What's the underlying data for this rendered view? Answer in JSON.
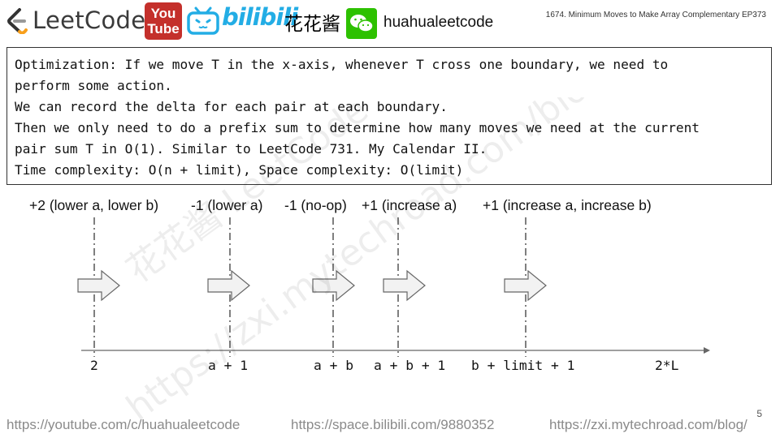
{
  "header": {
    "leetcode_logo_text": "LeetCode",
    "youtube_line1": "You",
    "youtube_line2": "Tube",
    "bilibili_logo_text": "bilibili",
    "bilibili_cn_name": "花花酱",
    "wechat_handle": "huahualeetcode",
    "slide_title": "1674. Minimum Moves to Make Array Complementary EP373"
  },
  "textbox": {
    "lines": [
      "Optimization: If we move T in the x-axis, whenever T cross one boundary, we need to",
      "perform some action.",
      "We can record the delta for each pair at each boundary.",
      "Then we only need to do a prefix sum to determine how many moves we need at the current",
      "pair sum T in O(1). Similar to LeetCode 731. My Calendar II.",
      "Time complexity: O(n + limit), Space complexity: O(limit)"
    ]
  },
  "diagram": {
    "labels": [
      "+2 (lower a, lower b)",
      "-1 (lower a)",
      "-1 (no-op)",
      "+1 (increase a)",
      "+1 (increase a, increase b)"
    ],
    "ticks": [
      "2",
      "a + 1",
      "a + b",
      "a + b + 1",
      "b + limit + 1",
      "2*L"
    ]
  },
  "watermark": {
    "cn": "花花酱 LeetCode",
    "url": "https://zxi.mytechroad.com/blog/"
  },
  "footer": {
    "youtube_url": "https://youtube.com/c/huahualeetcode",
    "bilibili_url": "https://space.bilibili.com/9880352",
    "blog_url": "https://zxi.mytechroad.com/blog/",
    "page_number": "5"
  },
  "colors": {
    "youtube_red": "#c4302b",
    "bilibili_blue": "#23ade5",
    "wechat_green": "#2dc100",
    "arrow_fill": "#f2f2f2",
    "footer_gray": "#8a8a8a"
  }
}
